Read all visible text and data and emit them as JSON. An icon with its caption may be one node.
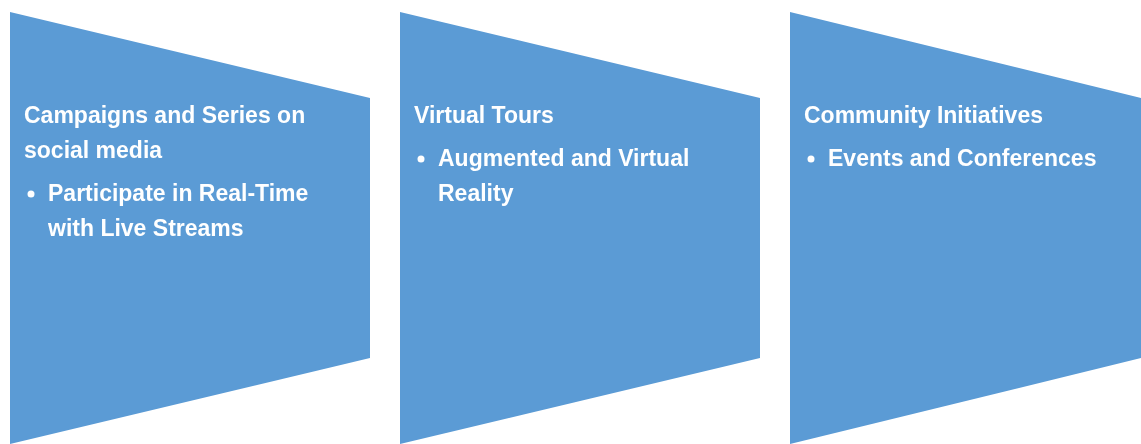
{
  "diagram": {
    "nodes": [
      {
        "text": [
          "Campaigns and Series on social media",
          "Participate in Real-Time with Live Streams"
        ]
      },
      {
        "text": [
          "Virtual Tours",
          "Augmented and Virtual Reality"
        ]
      },
      {
        "text": [
          "Community Initiatives",
          "Events and Conferences"
        ]
      }
    ]
  }
}
